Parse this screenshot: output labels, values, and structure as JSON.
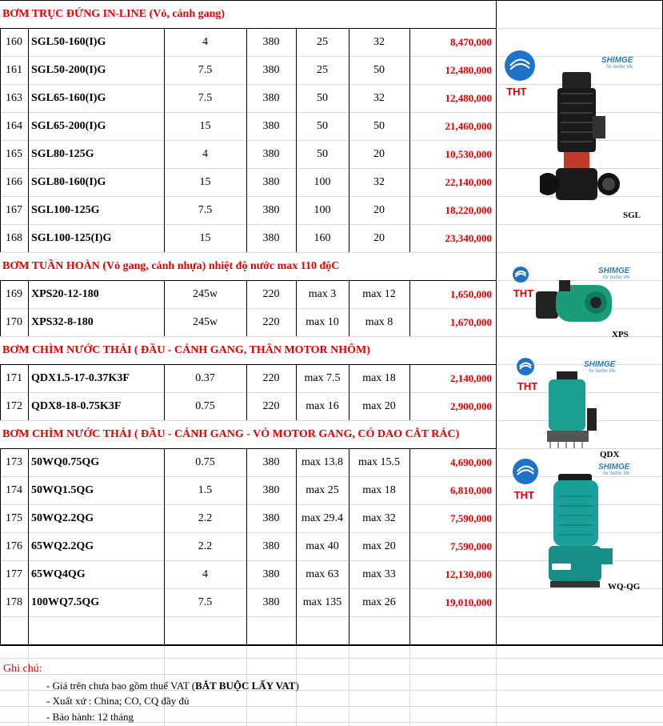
{
  "sections": [
    {
      "title": "BƠM TRỤC ĐỨNG IN-LINE (Vỏ, cánh gang)",
      "top": 0
    },
    {
      "title": "BƠM TUẦN HOÀN (Vỏ gang, cánh nhựa) nhiệt độ nước max 110 độC"
    },
    {
      "title": "BƠM CHÌM NƯỚC THẢI ( ĐẦU - CÁNH GANG, THÂN MOTOR NHÔM)"
    },
    {
      "title": "BƠM CHÌM NƯỚC THẢI ( ĐẦU - CÁNH GANG - VỎ MOTOR GANG, CÓ DAO CẮT RÁC)"
    }
  ],
  "rows": [
    {
      "no": "160",
      "model": "SGL50-160(I)G",
      "power": "4",
      "volt": "380",
      "flow": "25",
      "head": "32",
      "price": "8,470,000"
    },
    {
      "no": "161",
      "model": "SGL50-200(I)G",
      "power": "7.5",
      "volt": "380",
      "flow": "25",
      "head": "50",
      "price": "12,480,000"
    },
    {
      "no": "163",
      "model": "SGL65-160(I)G",
      "power": "7.5",
      "volt": "380",
      "flow": "50",
      "head": "32",
      "price": "12,480,000"
    },
    {
      "no": "164",
      "model": "SGL65-200(I)G",
      "power": "15",
      "volt": "380",
      "flow": "50",
      "head": "50",
      "price": "21,460,000"
    },
    {
      "no": "165",
      "model": "SGL80-125G",
      "power": "4",
      "volt": "380",
      "flow": "50",
      "head": "20",
      "price": "10,530,000"
    },
    {
      "no": "166",
      "model": "SGL80-160(I)G",
      "power": "15",
      "volt": "380",
      "flow": "100",
      "head": "32",
      "price": "22,140,000"
    },
    {
      "no": "167",
      "model": "SGL100-125G",
      "power": "7.5",
      "volt": "380",
      "flow": "100",
      "head": "20",
      "price": "18,220,000"
    },
    {
      "no": "168",
      "model": "SGL100-125(I)G",
      "power": "15",
      "volt": "380",
      "flow": "160",
      "head": "20",
      "price": "23,340,000"
    },
    {
      "no": "169",
      "model": "XPS20-12-180",
      "power": "245w",
      "volt": "220",
      "flow": "max 3",
      "head": "max 12",
      "price": "1,650,000"
    },
    {
      "no": "170",
      "model": "XPS32-8-180",
      "power": "245w",
      "volt": "220",
      "flow": "max 10",
      "head": "max 8",
      "price": "1,670,000"
    },
    {
      "no": "171",
      "model": "QDX1.5-17-0.37K3F",
      "power": "0.37",
      "volt": "220",
      "flow": "max 7.5",
      "head": "max 18",
      "price": "2,140,000"
    },
    {
      "no": "172",
      "model": "QDX8-18-0.75K3F",
      "power": "0.75",
      "volt": "220",
      "flow": "max 16",
      "head": "max 20",
      "price": "2,900,000"
    },
    {
      "no": "173",
      "model": "50WQ0.75QG",
      "power": "0.75",
      "volt": "380",
      "flow": "max 13.8",
      "head": "max 15.5",
      "price": "4,690,000"
    },
    {
      "no": "174",
      "model": "50WQ1.5QG",
      "power": "1.5",
      "volt": "380",
      "flow": "max 25",
      "head": "max 18",
      "price": "6,810,000"
    },
    {
      "no": "175",
      "model": "50WQ2.2QG",
      "power": "2.2",
      "volt": "380",
      "flow": "max 29.4",
      "head": "max 32",
      "price": "7,590,000"
    },
    {
      "no": "176",
      "model": "65WQ2.2QG",
      "power": "2.2",
      "volt": "380",
      "flow": "max 40",
      "head": "max 20",
      "price": "7,590,000"
    },
    {
      "no": "177",
      "model": "65WQ4QG",
      "power": "4",
      "volt": "380",
      "flow": "max 63",
      "head": "max 33",
      "price": "12,130,000"
    },
    {
      "no": "178",
      "model": "100WQ7.5QG",
      "power": "7.5",
      "volt": "380",
      "flow": "max 135",
      "head": "max 26",
      "price": "19,010,000"
    }
  ],
  "images": [
    {
      "caption": "SGL",
      "brand": "SHIMGE",
      "tagline": "for better life",
      "logo": "THT"
    },
    {
      "caption": "XPS",
      "brand": "SHIMGE",
      "tagline": "for better life",
      "logo": "THT"
    },
    {
      "caption": "QDX",
      "brand": "SHIMGE",
      "tagline": "for better life",
      "logo": "THT"
    },
    {
      "caption": "WQ-QG",
      "brand": "SHIMGE",
      "tagline": "for better life",
      "logo": "THT"
    }
  ],
  "notes": {
    "title": "Ghi chú:",
    "items": [
      {
        "pre": "- Giá trên chưa bao gồm thuế VAT (",
        "bold": "BẮT BUỘC LẤY VAT",
        "post": ")"
      },
      {
        "pre": "- Xuất xứ : China; CO, CQ đầy đủ",
        "bold": "",
        "post": ""
      },
      {
        "pre": "- Bảo hành: 12 tháng",
        "bold": "",
        "post": ""
      }
    ]
  }
}
